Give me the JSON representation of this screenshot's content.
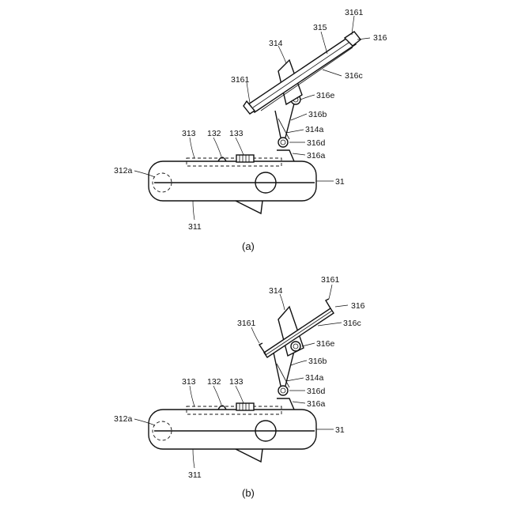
{
  "figures": [
    {
      "caption": "(a)",
      "labels": {
        "l3161_top": "3161",
        "l315": "315",
        "l316": "316",
        "l314": "314",
        "l3161_left": "3161",
        "l316c": "316c",
        "l316e": "316e",
        "l316b": "316b",
        "l314a": "314a",
        "l316d": "316d",
        "l316a": "316a",
        "l313": "313",
        "l132": "132",
        "l133": "133",
        "l312a": "312a",
        "l31": "31",
        "l311": "311"
      }
    },
    {
      "caption": "(b)",
      "labels": {
        "l3161_top": "3161",
        "l316": "316",
        "l314": "314",
        "l3161_left": "3161",
        "l316c": "316c",
        "l316e": "316e",
        "l316b": "316b",
        "l314a": "314a",
        "l316d": "316d",
        "l316a": "316a",
        "l313": "313",
        "l132": "132",
        "l133": "133",
        "l312a": "312a",
        "l31": "31",
        "l311": "311"
      }
    }
  ]
}
